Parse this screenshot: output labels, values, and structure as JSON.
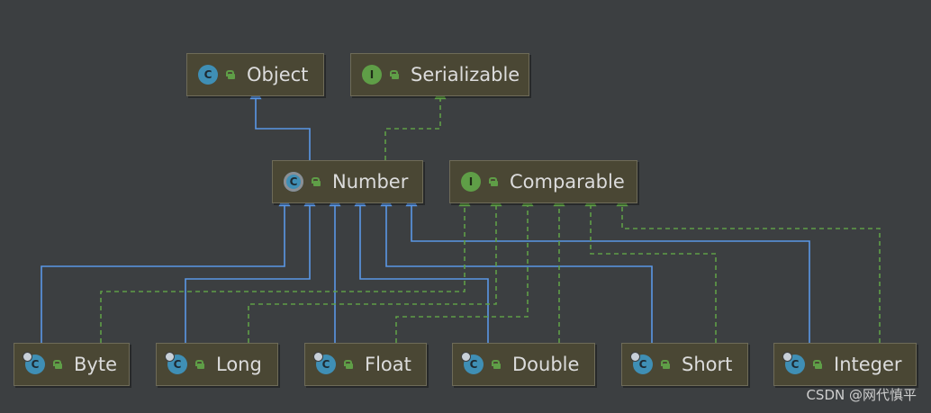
{
  "nodes": {
    "object": {
      "label": "Object",
      "kind": "class",
      "badge": "C"
    },
    "serializable": {
      "label": "Serializable",
      "kind": "interface",
      "badge": "I"
    },
    "number": {
      "label": "Number",
      "kind": "abstract",
      "badge": "C"
    },
    "comparable": {
      "label": "Comparable",
      "kind": "interface",
      "badge": "I"
    },
    "byte": {
      "label": "Byte",
      "kind": "class",
      "badge": "C"
    },
    "long": {
      "label": "Long",
      "kind": "class",
      "badge": "C"
    },
    "float": {
      "label": "Float",
      "kind": "class",
      "badge": "C"
    },
    "double": {
      "label": "Double",
      "kind": "class",
      "badge": "C"
    },
    "short": {
      "label": "Short",
      "kind": "class",
      "badge": "C"
    },
    "integer": {
      "label": "Integer",
      "kind": "class",
      "badge": "C"
    }
  },
  "edges": [
    {
      "from": "number",
      "to": "object",
      "type": "extends"
    },
    {
      "from": "number",
      "to": "serializable",
      "type": "implements"
    },
    {
      "from": "byte",
      "to": "number",
      "type": "extends"
    },
    {
      "from": "long",
      "to": "number",
      "type": "extends"
    },
    {
      "from": "float",
      "to": "number",
      "type": "extends"
    },
    {
      "from": "double",
      "to": "number",
      "type": "extends"
    },
    {
      "from": "short",
      "to": "number",
      "type": "extends"
    },
    {
      "from": "integer",
      "to": "number",
      "type": "extends"
    },
    {
      "from": "byte",
      "to": "comparable",
      "type": "implements"
    },
    {
      "from": "long",
      "to": "comparable",
      "type": "implements"
    },
    {
      "from": "float",
      "to": "comparable",
      "type": "implements"
    },
    {
      "from": "double",
      "to": "comparable",
      "type": "implements"
    },
    {
      "from": "short",
      "to": "comparable",
      "type": "implements"
    },
    {
      "from": "integer",
      "to": "comparable",
      "type": "implements"
    }
  ],
  "colors": {
    "extends": "#5a97e6",
    "implements": "#5f9e47",
    "background": "#3c3f41"
  },
  "watermark": "CSDN @网代慎平"
}
